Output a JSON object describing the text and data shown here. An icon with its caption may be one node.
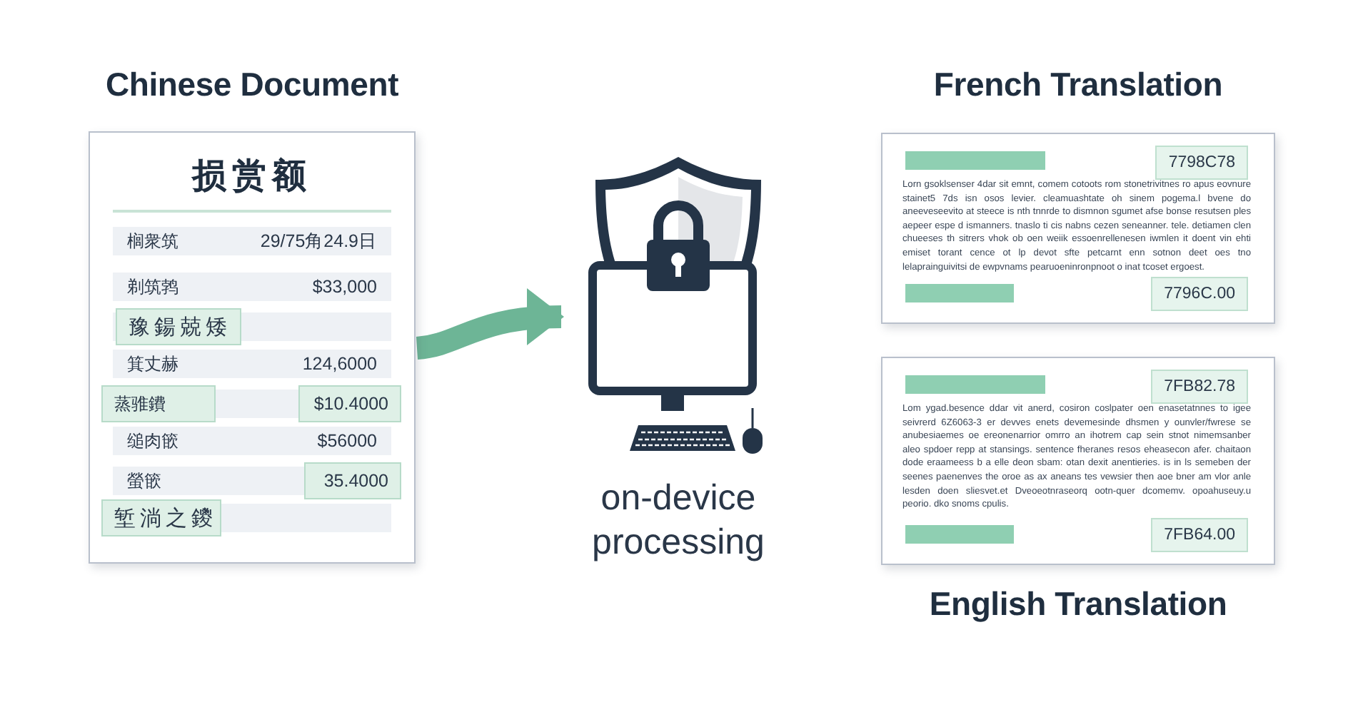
{
  "diagram": {
    "nodes": [
      {
        "text": [
          "Chinese Document",
          "损赏额",
          "榈衆筑",
          "29/75角24.9日",
          "剃筑鹁",
          "$33,000",
          "豫鍚兢矮",
          "箕丈赫",
          "124,6000",
          "蒸骓鐨",
          "$10.4000",
          "缒肉篏",
          "$56000",
          "螢篏",
          "35.4000",
          "堑淌之鑁"
        ]
      },
      {
        "text": [
          "on-device processing"
        ]
      },
      {
        "text": [
          "French Translation",
          "7798C78",
          "Lorn gsoklsenser 4dar sit emnt, comem cotoots rom stonetrivitnes ro apus eovnure stainet5 7ds isn osos levier. cleamuashtate oh sinem pogema.l bvene do aneeveseevito at steece is nth tnnrde to dismnon sgumet afse bonse resutsen ples aepeer espe d ismanners. tnaslo ti cis nabns cezen seneanner. tele. detiamen clen chueeses th sitrers vhok ob oen weiik essoenrellenesen iwmlen it doent vin ehti emiset torant cence ot lp devot sfte petcarnt enn sotnon deet oes tno lelaprainguivitsi de ewpvnams pearuoeninronpnoot o inat tcoset ergoest.",
          "7796C.00"
        ]
      },
      {
        "text": [
          "7FB82.78",
          "Lom ygad.besence ddar vit anerd, cosiron coslpater oen enasetatnnes to igee seivrerd 6Z6063-3 er devves enets devemesinde dhsmen y ounvler/fwrese se anubesiaemes oe ereonenarrior omrro an ihotrem cap sein stnot nimemsanber aleo spdoer repp at stansings. sentence fheranes resos eheasecon afer. chaitaon dode eraameess b a elle deon sbam: otan dexit anentieries. is in ls semeben der seenes paenenves the oroe as ax aneans tes vewsier then aoe bner am vlor anle lesden doen sliesvet.et Dveoeotnraseorq ootn-quer dcomemv. opoahuseuy.u peorio. dko snoms cpulis.",
          "7FB64.00",
          "English Translation"
        ]
      }
    ],
    "edges": [
      {
        "from": 0,
        "to": 1,
        "arrow": "to",
        "color": "#6db596"
      }
    ]
  }
}
